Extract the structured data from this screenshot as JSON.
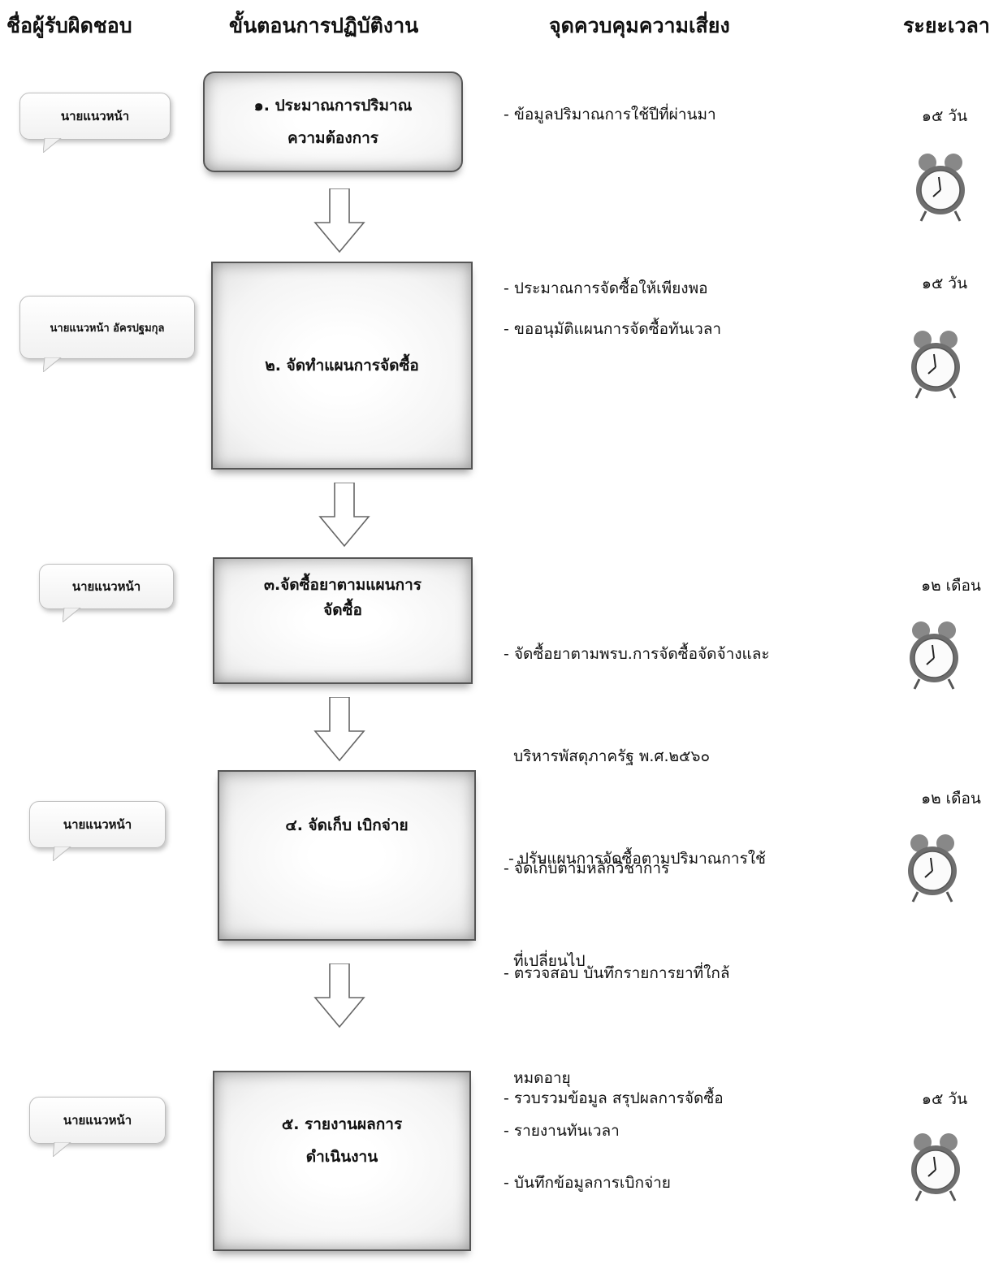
{
  "headers": {
    "responsible": "ชื่อผู้รับผิดชอบ",
    "procedure": "ขั้นตอนการปฏิบัติงาน",
    "control": "จุดควบคุมความเสี่ยง",
    "duration": "ระยะเวลา"
  },
  "steps": [
    {
      "person": "นายแนวหน้า",
      "lines": [
        "๑. ประมาณการปริมาณ",
        "ความต้องการ"
      ],
      "risks": [
        "- ข้อมูลปริมาณการใช้ปีที่ผ่านมา"
      ],
      "time": "๑๕ วัน"
    },
    {
      "person": "นายแนวหน้า อัครปฐมกุล",
      "lines": [
        "๒. จัดทำแผนการจัดซื้อ"
      ],
      "risks": [
        "- ประมาณการจัดซื้อให้เพียงพอ",
        "- ขออนุมัติแผนการจัดซื้อทันเวลา"
      ],
      "time": "๑๕ วัน"
    },
    {
      "person": "นายแนวหน้า",
      "lines": [
        "๓.จัดซื้อยาตามแผนการ",
        "จัดซื้อ"
      ],
      "risks": [
        "- จัดซื้อยาตามพรบ.การจัดซื้อจัดจ้างและ",
        "  บริหารพัสดุภาครัฐ พ.ศ.๒๕๖๐",
        " - ปรับแผนการจัดซื้อตามปริมาณการใช้",
        "  ที่เปลี่ยนไป"
      ],
      "time": "๑๒ เดือน"
    },
    {
      "person": "นายแนวหน้า",
      "lines": [
        "๔. จัดเก็บ เบิกจ่าย"
      ],
      "risks": [
        "- จัดเก็บตามหลักวิชาการ",
        "- ตรวจสอบ บันทึกรายการยาที่ใกล้",
        "  หมดอายุ",
        "- บันทึกข้อมูลการเบิกจ่าย"
      ],
      "time": "๑๒ เดือน"
    },
    {
      "person": "นายแนวหน้า",
      "lines": [
        "๕. รายงานผลการ",
        "ดำเนินงาน"
      ],
      "risks": [
        "- รวบรวมข้อมูล สรุปผลการจัดซื้อ",
        "- รายงานทันเวลา"
      ],
      "time": "๑๕ วัน"
    }
  ]
}
